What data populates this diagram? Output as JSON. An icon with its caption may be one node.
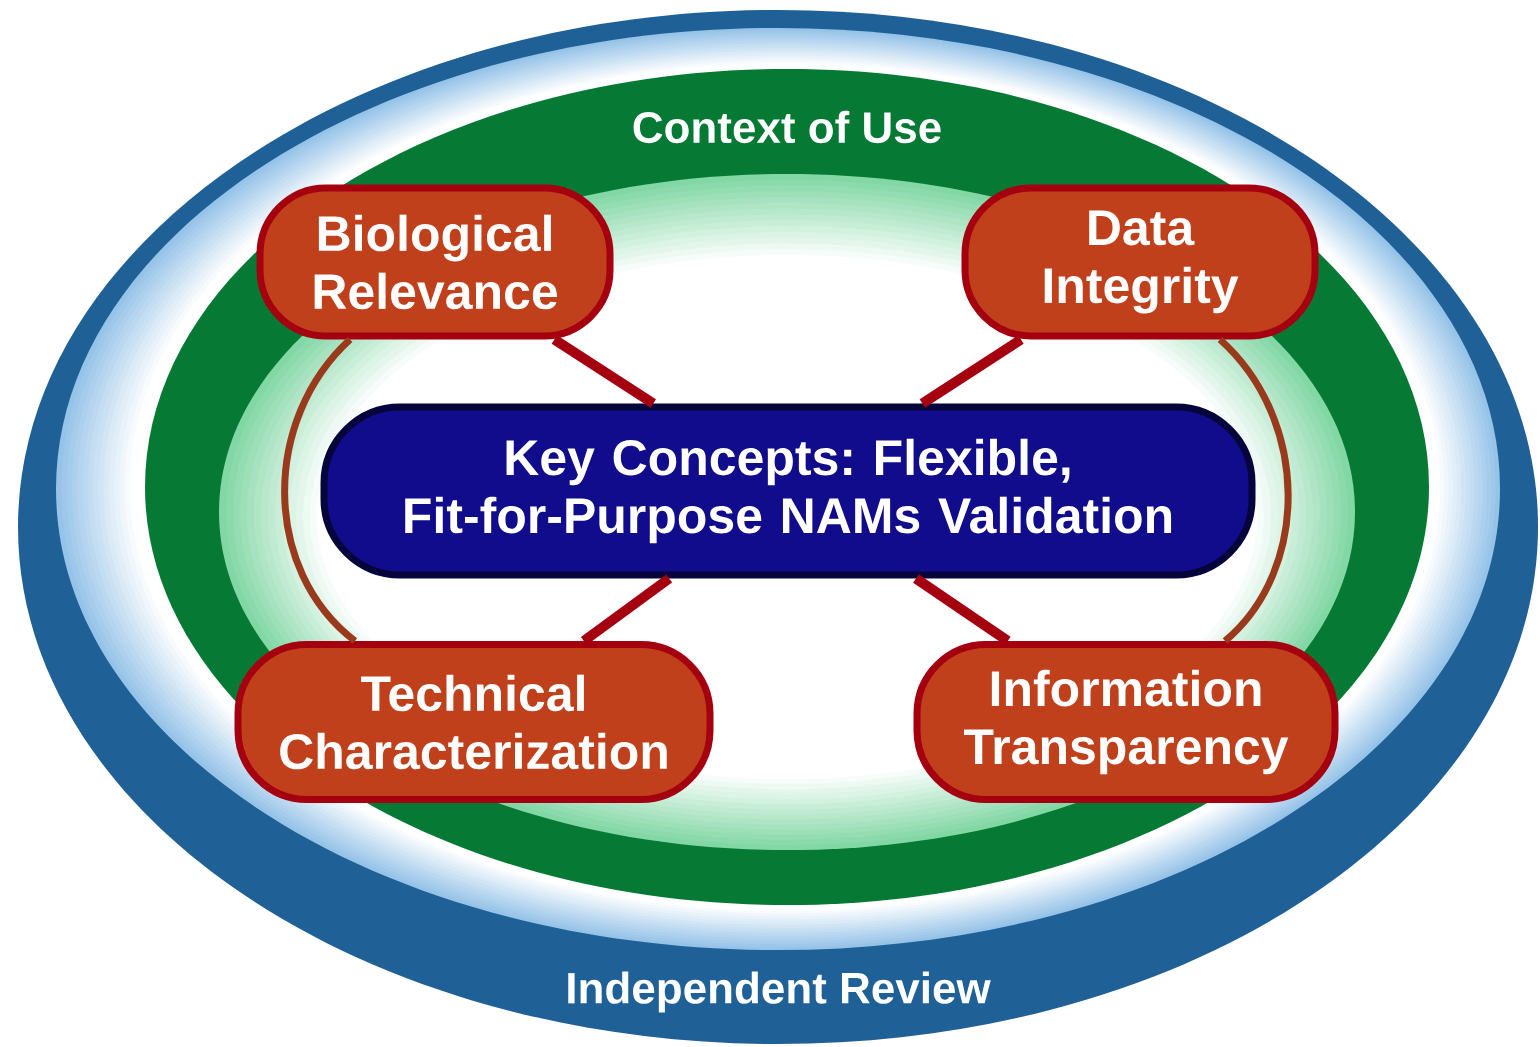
{
  "diagram": {
    "nodes": [
      {
        "text": [
          "Independent Review"
        ]
      },
      {
        "text": [
          "Context of Use"
        ],
        "in": 0
      },
      {
        "text": [
          "Biological Relevance"
        ],
        "in": 1
      },
      {
        "text": [
          "Data Integrity"
        ],
        "in": 1
      },
      {
        "text": [
          "Key Concepts: Flexible, Fit-for-Purpose NAMs Validation"
        ],
        "in": 1
      },
      {
        "text": [
          "Technical Characterization"
        ],
        "in": 1
      },
      {
        "text": [
          "Information Transparency"
        ],
        "in": 1
      }
    ],
    "edges": [
      {
        "from": 4,
        "to": 2,
        "arrow": "none"
      },
      {
        "from": 4,
        "to": 3,
        "arrow": "none"
      },
      {
        "from": 4,
        "to": 5,
        "arrow": "none"
      },
      {
        "from": 4,
        "to": 6,
        "arrow": "none"
      },
      {
        "from": 2,
        "to": 5,
        "arrow": "none",
        "color": "#9a3a1c"
      },
      {
        "from": 3,
        "to": 6,
        "arrow": "none",
        "color": "#9a3a1c"
      }
    ]
  }
}
